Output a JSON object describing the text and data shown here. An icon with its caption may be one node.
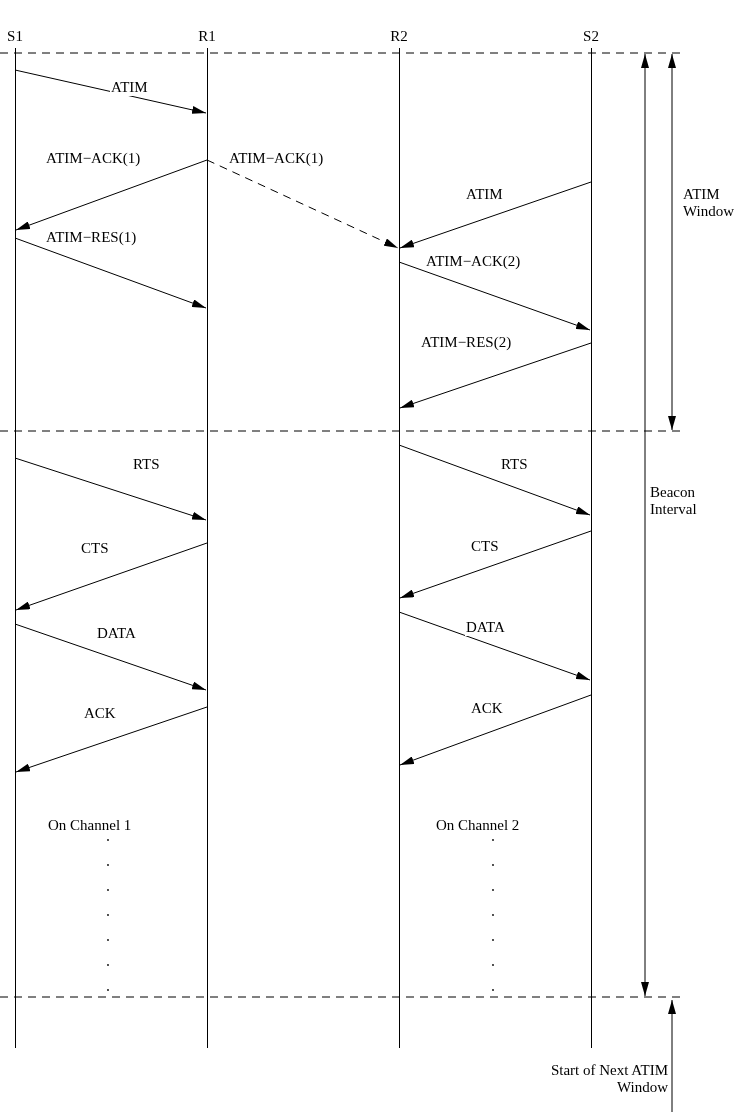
{
  "diagram": {
    "nodes": [
      {
        "text": [
          "S1"
        ]
      },
      {
        "text": [
          "R1"
        ]
      },
      {
        "text": [
          "R2"
        ]
      },
      {
        "text": [
          "S2"
        ]
      }
    ],
    "edges": [
      {
        "from": 0,
        "to": 1,
        "arrow": "to",
        "label": "ATIM"
      },
      {
        "from": 1,
        "to": 0,
        "arrow": "to",
        "label": "ATIM−ACK(1)"
      },
      {
        "from": 1,
        "to": 2,
        "arrow": "to",
        "label": "ATIM−ACK(1)",
        "style": "dashed"
      },
      {
        "from": 3,
        "to": 2,
        "arrow": "to",
        "label": "ATIM"
      },
      {
        "from": 0,
        "to": 1,
        "arrow": "to",
        "label": "ATIM−RES(1)"
      },
      {
        "from": 2,
        "to": 3,
        "arrow": "to",
        "label": "ATIM−ACK(2)"
      },
      {
        "from": 3,
        "to": 2,
        "arrow": "to",
        "label": "ATIM−RES(2)"
      },
      {
        "from": 0,
        "to": 1,
        "arrow": "to",
        "label": "RTS"
      },
      {
        "from": 2,
        "to": 3,
        "arrow": "to",
        "label": "RTS"
      },
      {
        "from": 1,
        "to": 0,
        "arrow": "to",
        "label": "CTS"
      },
      {
        "from": 3,
        "to": 2,
        "arrow": "to",
        "label": "CTS"
      },
      {
        "from": 0,
        "to": 1,
        "arrow": "to",
        "label": "DATA"
      },
      {
        "from": 2,
        "to": 3,
        "arrow": "to",
        "label": "DATA"
      },
      {
        "from": 1,
        "to": 0,
        "arrow": "to",
        "label": "ACK"
      },
      {
        "from": 3,
        "to": 2,
        "arrow": "to",
        "label": "ACK"
      }
    ],
    "labels": [
      "ATIM Window",
      "Beacon Interval",
      "On Channel 1",
      "On Channel 2",
      "Start of Next ATIM Window"
    ]
  }
}
